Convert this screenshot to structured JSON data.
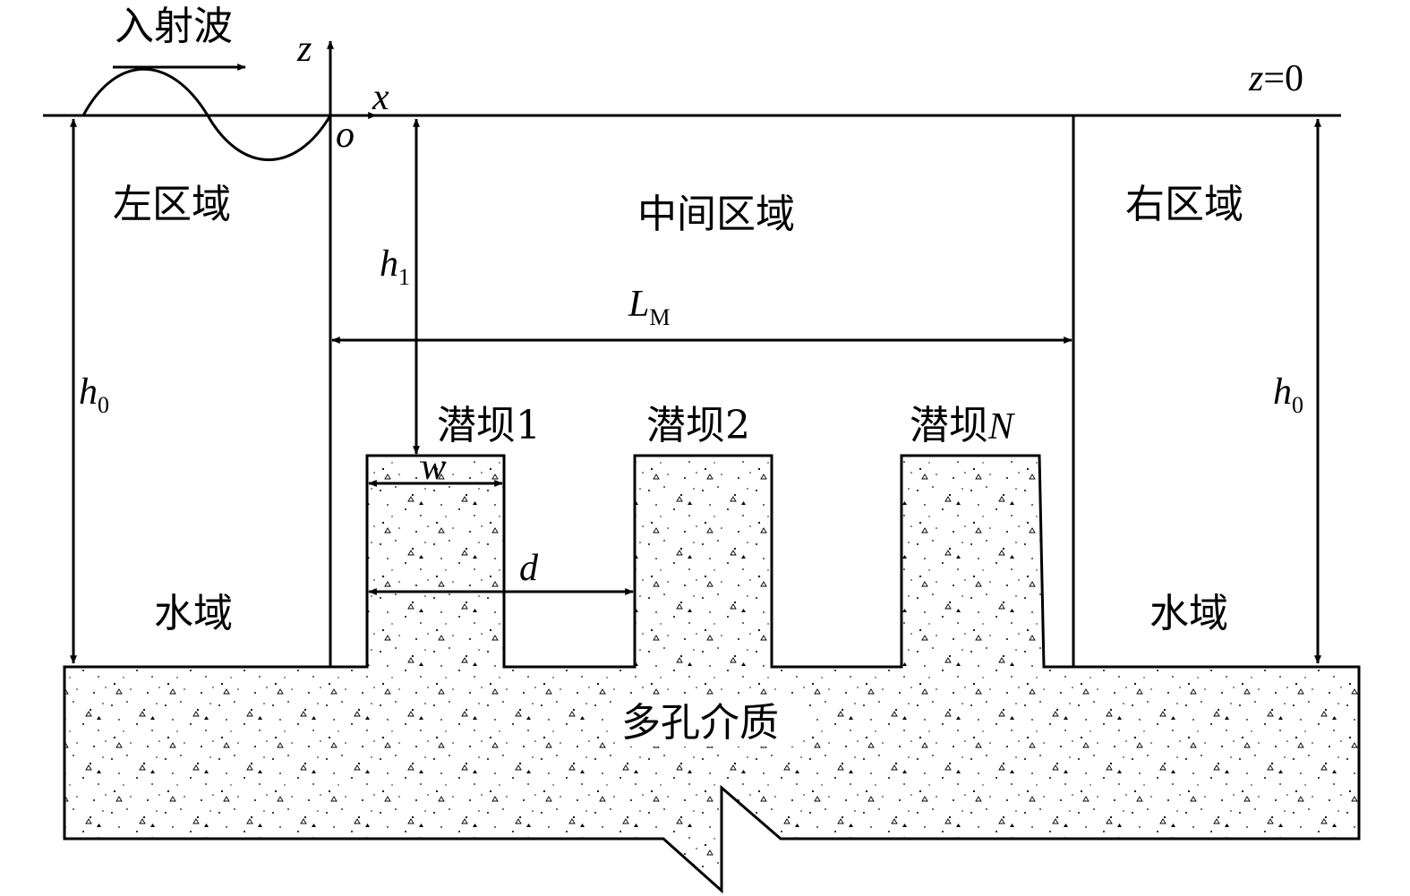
{
  "labels": {
    "incident_wave": "入射波",
    "z_axis": "z",
    "x_axis": "x",
    "origin": "o",
    "surface_z": "z",
    "surface_eq": "=0",
    "left_region": "左区域",
    "middle_region": "中间区域",
    "right_region": "右区域",
    "h1_main": "h",
    "h1_sub": "1",
    "lm_main": "L",
    "lm_sub": "M",
    "h0_left_main": "h",
    "h0_left_sub": "0",
    "h0_right_main": "h",
    "h0_right_sub": "0",
    "dam1": "潜坝1",
    "dam2": "潜坝2",
    "damN_prefix": "潜坝",
    "damN_suffix": "N",
    "width": "w",
    "spacing": "d",
    "water_left": "水域",
    "water_right": "水域",
    "porous": "多孔介质"
  },
  "colors": {
    "line": "#000000",
    "background": "#ffffff"
  }
}
